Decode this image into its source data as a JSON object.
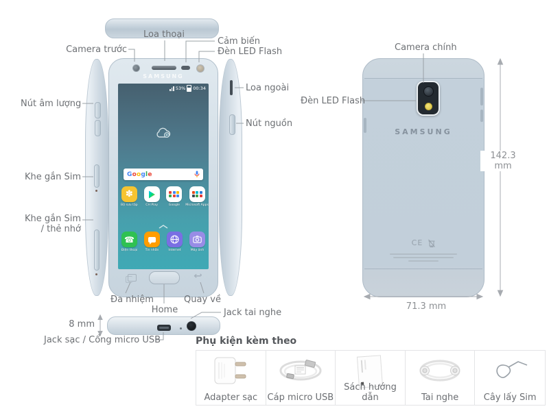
{
  "labels": {
    "loa_thoai": "Loa thoại",
    "camera_truoc": "Camera trước",
    "cam_bien": "Cảm biến",
    "den_led_flash": "Đèn LED Flash",
    "loa_ngoai": "Loa ngoài",
    "nut_nguon": "Nút nguồn",
    "nut_am_luong": "Nút âm lượng",
    "khe_gan_sim": "Khe gắn Sim",
    "khe_gan_sim_the_nho": "Khe gắn Sim\n/ thẻ nhớ",
    "da_nhiem": "Đa nhiệm",
    "home": "Home",
    "quay_ve": "Quay về",
    "jack_tai_nghe": "Jack tai nghe",
    "jack_sac": "Jack sạc / Cổng micro USB",
    "camera_chinh": "Camera chính",
    "den_led_flash_back": "Đèn LED Flash"
  },
  "measurements": {
    "height": "142.3 mm",
    "width": "71.3 mm",
    "thickness": "8 mm"
  },
  "phone": {
    "brand": "SAMSUNG",
    "screen": {
      "status": {
        "battery": "53%",
        "time": "00:34"
      },
      "search": {
        "logo": "Google",
        "logo_colors": [
          "#4285F4",
          "#EA4335",
          "#FBBC05",
          "#4285F4",
          "#34A853",
          "#EA4335"
        ]
      },
      "apps_row1": [
        {
          "label": "Bộ sưu tập",
          "color": "#f6c431"
        },
        {
          "label": "CH Play",
          "color": "#ffffff"
        },
        {
          "label": "Google",
          "color": "#ffffff"
        },
        {
          "label": "Microsoft Apps",
          "color": "#ffffff"
        }
      ],
      "dock": [
        {
          "label": "Điện thoại",
          "color": "#2fc152"
        },
        {
          "label": "Tin nhắn",
          "color": "#ff9d00"
        },
        {
          "label": "Internet",
          "color": "#7a6fe3"
        },
        {
          "label": "Máy ảnh",
          "color": "#988ce6"
        }
      ]
    },
    "back_markings": {
      "ce": "CE"
    }
  },
  "accessories": {
    "heading": "Phụ kiện kèm theo",
    "items": [
      "Adapter sạc",
      "Cáp micro USB",
      "Sách hướng dẫn",
      "Tai nghe",
      "Cây lấy Sim"
    ]
  }
}
